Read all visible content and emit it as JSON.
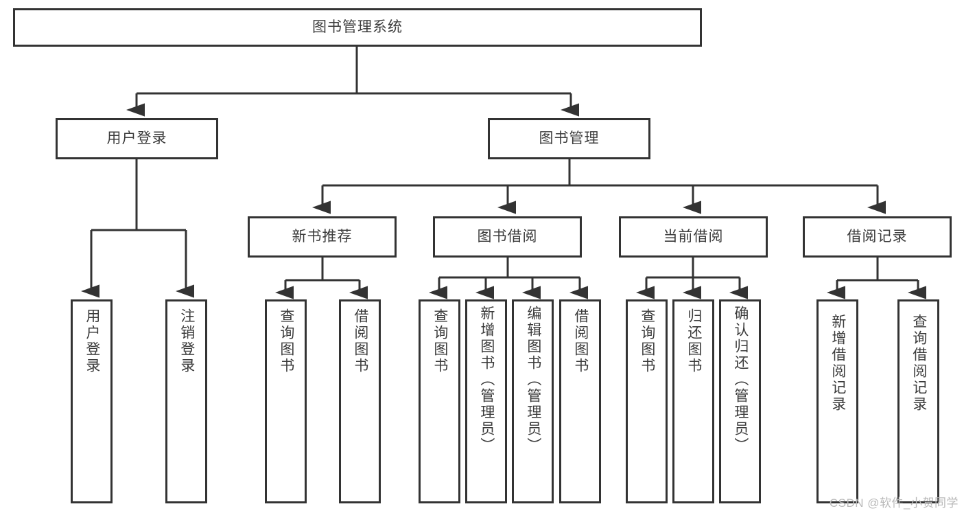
{
  "diagram": {
    "title": "图书管理系统",
    "type": "tree-hierarchy",
    "orientation": "top-down",
    "colors": {
      "box_border": "#333333",
      "box_fill": "#ffffff",
      "text": "#3b3b3b",
      "edge": "#333333",
      "background": "#ffffff",
      "watermark": "#b9b9b9"
    }
  },
  "nodes": {
    "root": {
      "label": "图书管理系统",
      "level": 1
    },
    "user_login": {
      "label": "用户登录",
      "level": 2
    },
    "book_manage": {
      "label": "图书管理",
      "level": 2
    },
    "new_book_rec": {
      "label": "新书推荐",
      "level": 3
    },
    "book_borrow": {
      "label": "图书借阅",
      "level": 3
    },
    "current_borrow": {
      "label": "当前借阅",
      "level": 3
    },
    "borrow_record": {
      "label": "借阅记录",
      "level": 3
    },
    "leaf_user_login": {
      "label": "用户登录",
      "level": 4
    },
    "leaf_logout": {
      "label": "注销登录",
      "level": 4
    },
    "leaf_query_book_1": {
      "label": "查询图书",
      "level": 4
    },
    "leaf_borrow_book_1": {
      "label": "借阅图书",
      "level": 4
    },
    "leaf_query_book_2": {
      "label": "查询图书",
      "level": 4
    },
    "leaf_add_book": {
      "label": "新增图书（管理员）",
      "level": 4
    },
    "leaf_edit_book": {
      "label": "编辑图书（管理员）",
      "level": 4
    },
    "leaf_borrow_book_2": {
      "label": "借阅图书",
      "level": 4
    },
    "leaf_query_book_3": {
      "label": "查询图书",
      "level": 4
    },
    "leaf_return_book": {
      "label": "归还图书",
      "level": 4
    },
    "leaf_confirm_return": {
      "label": "确认归还（管理员）",
      "level": 4
    },
    "leaf_add_record": {
      "label": "新增借阅记录",
      "level": 4
    },
    "leaf_query_record": {
      "label": "查询借阅记录",
      "level": 4
    }
  },
  "edges": [
    {
      "from": "root",
      "to": "user_login"
    },
    {
      "from": "root",
      "to": "book_manage"
    },
    {
      "from": "user_login",
      "to": "leaf_user_login"
    },
    {
      "from": "user_login",
      "to": "leaf_logout"
    },
    {
      "from": "book_manage",
      "to": "new_book_rec"
    },
    {
      "from": "book_manage",
      "to": "book_borrow"
    },
    {
      "from": "book_manage",
      "to": "current_borrow"
    },
    {
      "from": "book_manage",
      "to": "borrow_record"
    },
    {
      "from": "new_book_rec",
      "to": "leaf_query_book_1"
    },
    {
      "from": "new_book_rec",
      "to": "leaf_borrow_book_1"
    },
    {
      "from": "book_borrow",
      "to": "leaf_query_book_2"
    },
    {
      "from": "book_borrow",
      "to": "leaf_add_book"
    },
    {
      "from": "book_borrow",
      "to": "leaf_edit_book"
    },
    {
      "from": "book_borrow",
      "to": "leaf_borrow_book_2"
    },
    {
      "from": "current_borrow",
      "to": "leaf_query_book_3"
    },
    {
      "from": "current_borrow",
      "to": "leaf_return_book"
    },
    {
      "from": "current_borrow",
      "to": "leaf_confirm_return"
    },
    {
      "from": "borrow_record",
      "to": "leaf_add_record"
    },
    {
      "from": "borrow_record",
      "to": "leaf_query_record"
    }
  ],
  "watermark": {
    "text": "CSDN @软件_小贺同学"
  }
}
